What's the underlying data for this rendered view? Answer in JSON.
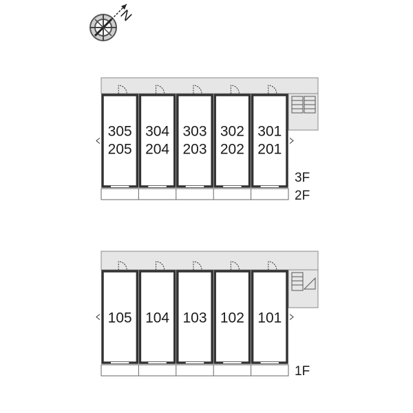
{
  "compass": {
    "icon": "compass-icon",
    "north_label": "N"
  },
  "colors": {
    "corridor": "#e6e6e6",
    "wall": "#333333",
    "line": "#555555",
    "text": "#1a1a1a"
  },
  "upper_block": {
    "floor_labels": [
      "3F",
      "2F"
    ],
    "units": [
      {
        "top": "305",
        "bottom": "205"
      },
      {
        "top": "304",
        "bottom": "204"
      },
      {
        "top": "303",
        "bottom": "203"
      },
      {
        "top": "302",
        "bottom": "202"
      },
      {
        "top": "301",
        "bottom": "201"
      }
    ]
  },
  "lower_block": {
    "floor_labels": [
      "1F"
    ],
    "units": [
      {
        "top": "105"
      },
      {
        "top": "104"
      },
      {
        "top": "103"
      },
      {
        "top": "102"
      },
      {
        "top": "101"
      }
    ]
  }
}
